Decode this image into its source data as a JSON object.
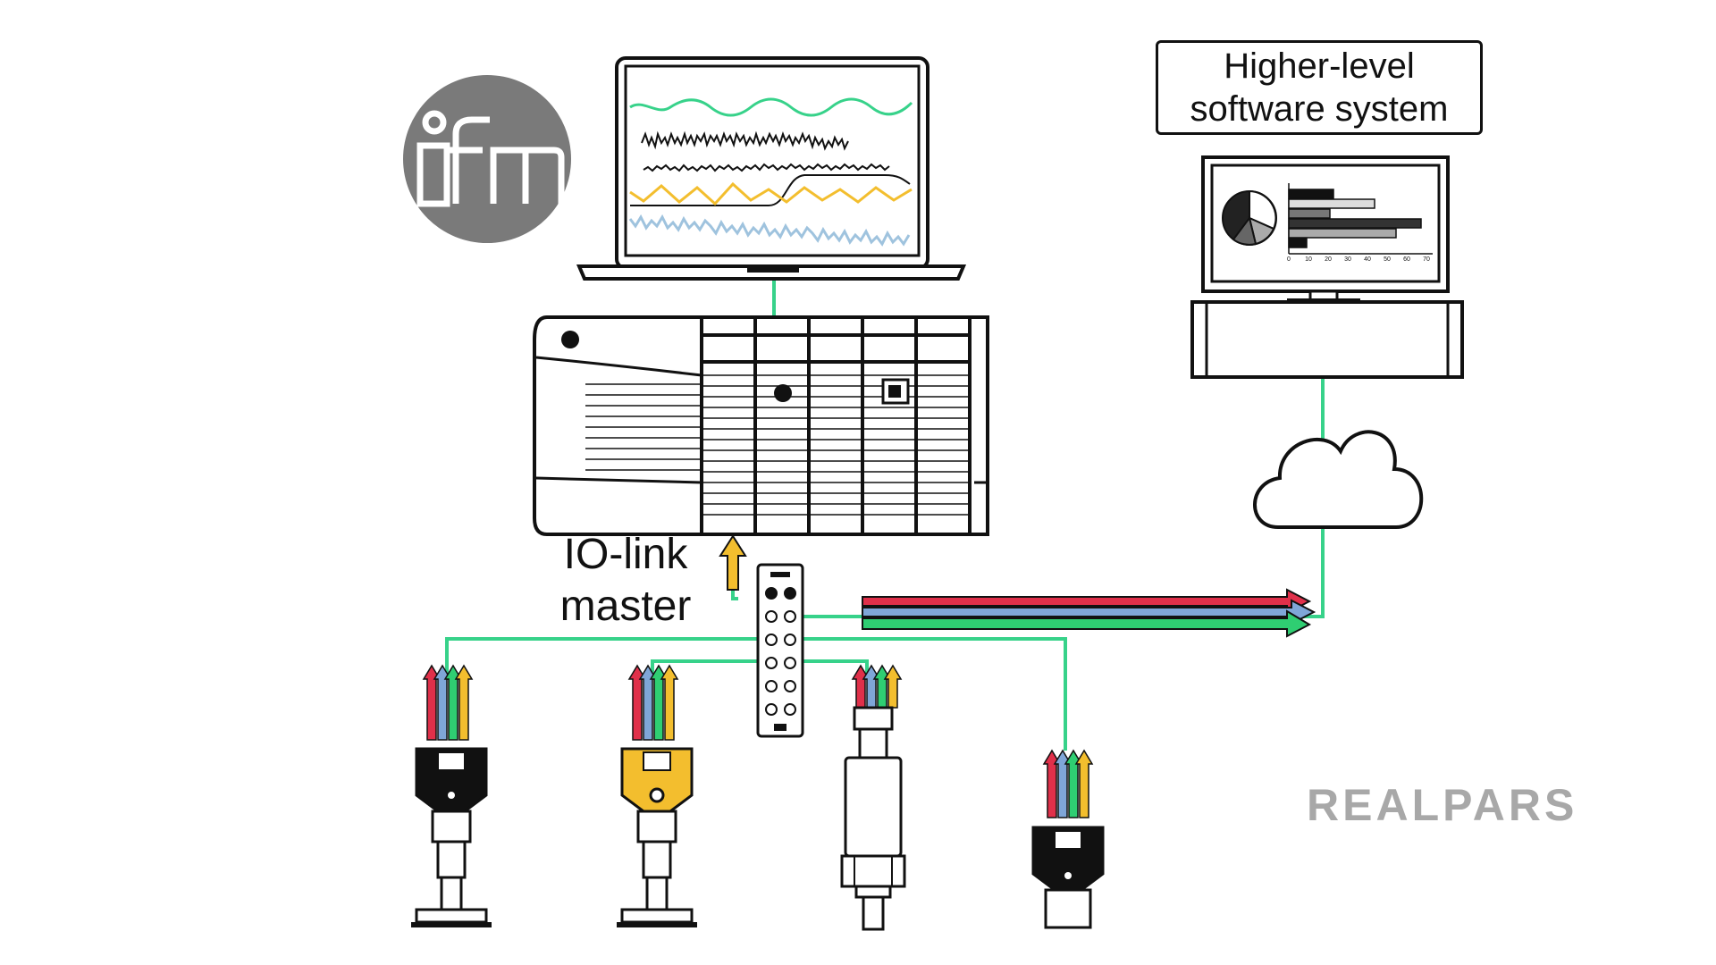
{
  "labels": {
    "io_link_line1": "IO-link",
    "io_link_line2": "master",
    "higher_level_line1": "Higher-level",
    "higher_level_line2": "software system",
    "brand": "REALPARS"
  },
  "logo": {
    "text": "ifm"
  },
  "chart_ticks": [
    "0",
    "10",
    "20",
    "30",
    "40",
    "50",
    "60",
    "70"
  ],
  "colors": {
    "link_green": "#37d28a",
    "red": "#e0304a",
    "blue": "#7fa6d8",
    "green": "#2fce72",
    "yellow": "#f3be2e",
    "dark": "#111111",
    "logo_grey": "#7a7a7a"
  },
  "icons": [
    "ifm-logo-icon",
    "laptop-icon",
    "plc-rack-icon",
    "io-link-master-icon",
    "desktop-computer-icon",
    "cloud-icon",
    "sensor-icon",
    "data-arrow-icon"
  ]
}
